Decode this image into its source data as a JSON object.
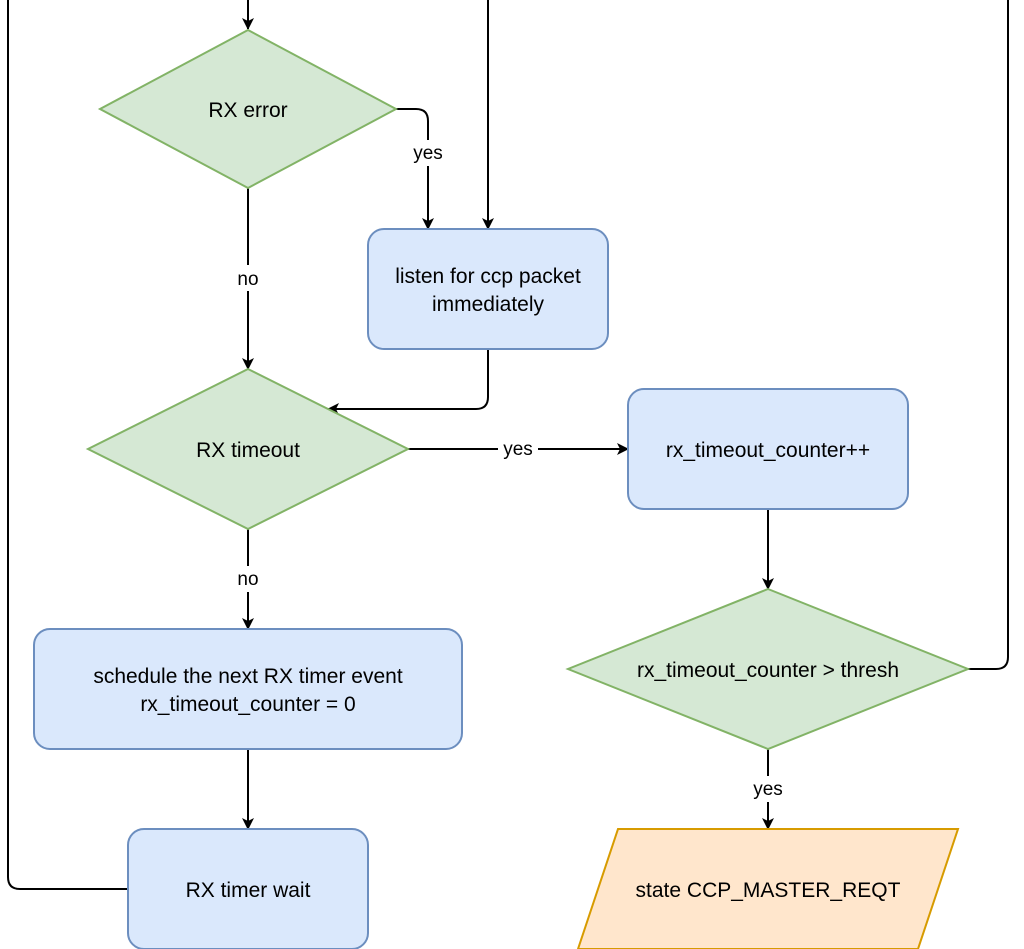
{
  "nodes": {
    "rx_error": "RX error",
    "listen": [
      "listen for ccp packet",
      "immediately"
    ],
    "rx_timeout": "RX timeout",
    "counter_inc": "rx_timeout_counter++",
    "counter_cmp": "rx_timeout_counter > thresh",
    "schedule": [
      "schedule the next RX timer event",
      "rx_timeout_counter = 0"
    ],
    "timer_wait": "RX timer wait",
    "master_reqt": "state CCP_MASTER_REQT"
  },
  "edges": {
    "rx_error_yes": "yes",
    "rx_error_no": "no",
    "rx_timeout_yes": "yes",
    "rx_timeout_no": "no",
    "counter_cmp_yes": "yes"
  },
  "colors": {
    "process_fill": "#dae8fc",
    "process_stroke": "#6c8ebf",
    "decision_fill": "#d5e8d4",
    "decision_stroke": "#82b366",
    "terminal_fill": "#ffe6cc",
    "terminal_stroke": "#d79b00"
  }
}
